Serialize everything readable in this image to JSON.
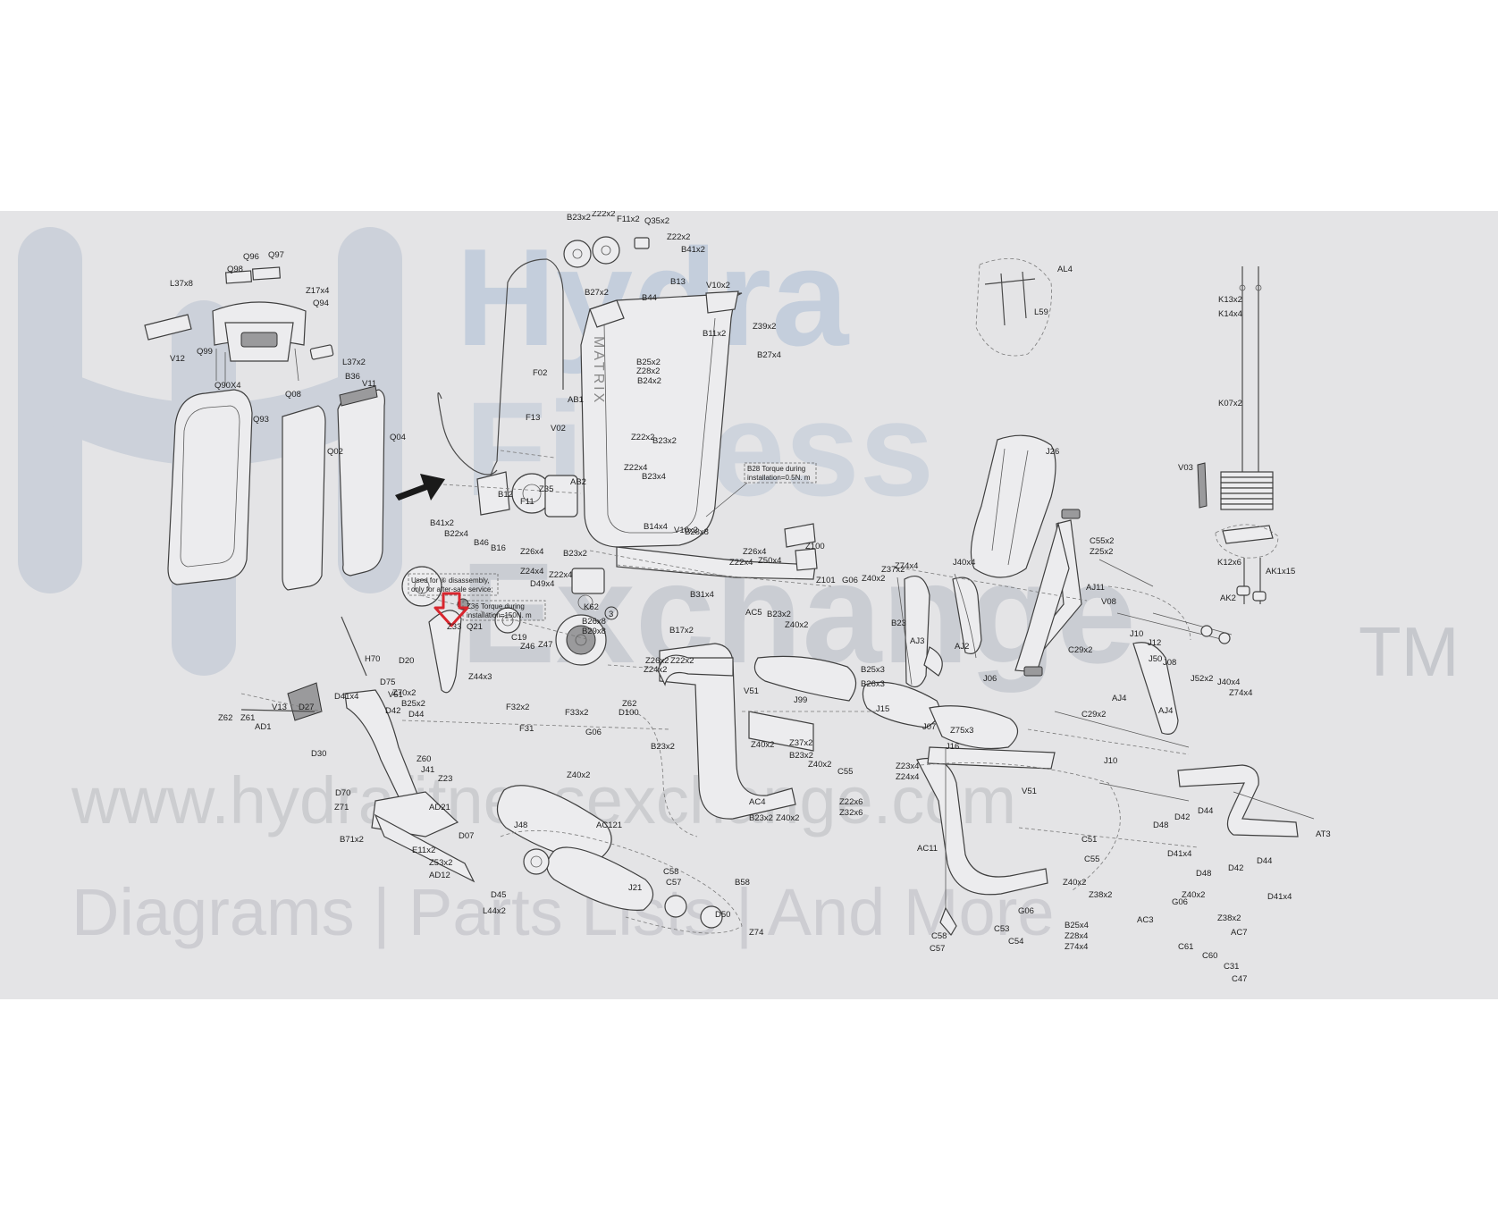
{
  "watermark": {
    "brand_line1": "Hydra",
    "brand_line2": "Fitness",
    "brand_line3": "Exchange",
    "trademark": "TM",
    "url": "www.hydrafitnessexchange.com",
    "tagline": "Diagrams | Parts Lists | And More"
  },
  "frame_brand": "MATRIX",
  "notes": {
    "disassembly_line1": "Used for ⑥ disassembly,",
    "disassembly_line2": "only for after-sale service;",
    "torque_z33_line1": "Z36 Torque during",
    "torque_z33_line2": "installation=150N. m",
    "torque_b28_line1": "B28 Torque during",
    "torque_b28_line2": "installation=0.5N. m"
  },
  "callout_number": "3",
  "colors": {
    "panel_background": "#e4e4e6",
    "watermark_blue": "#b7c6d8",
    "watermark_gray": "#c9c9cd",
    "highlight_arrow": "#d8262e",
    "ink": "#1e1e1e"
  },
  "parts": [
    {
      "id": "B23x2"
    },
    {
      "id": "Z22x2"
    },
    {
      "id": "F11x2"
    },
    {
      "id": "Q35x2"
    },
    {
      "id": "Z22x2"
    },
    {
      "id": "B41x2"
    },
    {
      "id": "B13"
    },
    {
      "id": "V10x2"
    },
    {
      "id": "B27x2"
    },
    {
      "id": "B44"
    },
    {
      "id": "B11x2"
    },
    {
      "id": "Z39x2"
    },
    {
      "id": "B27x4"
    },
    {
      "id": "B25x2"
    },
    {
      "id": "Z28x2"
    },
    {
      "id": "B24x2"
    },
    {
      "id": "F02"
    },
    {
      "id": "AB1"
    },
    {
      "id": "F13"
    },
    {
      "id": "V02"
    },
    {
      "id": "Z22x2"
    },
    {
      "id": "B23x2"
    },
    {
      "id": "Z22x4"
    },
    {
      "id": "B23x4"
    },
    {
      "id": "AB2"
    },
    {
      "id": "Z35"
    },
    {
      "id": "F11"
    },
    {
      "id": "B12"
    },
    {
      "id": "B41x2"
    },
    {
      "id": "B22x4"
    },
    {
      "id": "B46"
    },
    {
      "id": "B16"
    },
    {
      "id": "Z26x4"
    },
    {
      "id": "B23x2"
    },
    {
      "id": "Z24x4"
    },
    {
      "id": "Z22x4"
    },
    {
      "id": "D49x4"
    },
    {
      "id": "K62"
    },
    {
      "id": "B26x8"
    },
    {
      "id": "B29x8"
    },
    {
      "id": "B17x2"
    },
    {
      "id": "B31x4"
    },
    {
      "id": "B28x8"
    },
    {
      "id": "B14x4"
    },
    {
      "id": "V10x2"
    },
    {
      "id": "Z26x4"
    },
    {
      "id": "Z22x4"
    },
    {
      "id": "Z50x4"
    },
    {
      "id": "Z100"
    },
    {
      "id": "Z101"
    },
    {
      "id": "G06"
    },
    {
      "id": "Z40x2"
    },
    {
      "id": "Z37x2"
    },
    {
      "id": "AC5"
    },
    {
      "id": "B23x2"
    },
    {
      "id": "Z40x2"
    },
    {
      "id": "Q96"
    },
    {
      "id": "Q97"
    },
    {
      "id": "Q98"
    },
    {
      "id": "L37x8"
    },
    {
      "id": "Z17x4"
    },
    {
      "id": "Q94"
    },
    {
      "id": "V12"
    },
    {
      "id": "Q99"
    },
    {
      "id": "Q90X4"
    },
    {
      "id": "L37x2"
    },
    {
      "id": "B36"
    },
    {
      "id": "Q08"
    },
    {
      "id": "V11"
    },
    {
      "id": "Q93"
    },
    {
      "id": "Q02"
    },
    {
      "id": "Q04"
    },
    {
      "id": "Z33"
    },
    {
      "id": "Q21"
    },
    {
      "id": "C19"
    },
    {
      "id": "Z46"
    },
    {
      "id": "Z47"
    },
    {
      "id": "H70"
    },
    {
      "id": "D20"
    },
    {
      "id": "D75"
    },
    {
      "id": "V51"
    },
    {
      "id": "D41x4"
    },
    {
      "id": "Z70x2"
    },
    {
      "id": "B25x2"
    },
    {
      "id": "D42"
    },
    {
      "id": "D44"
    },
    {
      "id": "Z44x3"
    },
    {
      "id": "F32x2"
    },
    {
      "id": "F33x2"
    },
    {
      "id": "F31"
    },
    {
      "id": "Z62"
    },
    {
      "id": "D100"
    },
    {
      "id": "Z26x2"
    },
    {
      "id": "Z22x2"
    },
    {
      "id": "Z24x2"
    },
    {
      "id": "V51"
    },
    {
      "id": "J99"
    },
    {
      "id": "G06"
    },
    {
      "id": "Z40x2"
    },
    {
      "id": "Z62"
    },
    {
      "id": "Z61"
    },
    {
      "id": "V13"
    },
    {
      "id": "D27"
    },
    {
      "id": "AD1"
    },
    {
      "id": "D30"
    },
    {
      "id": "Z60"
    },
    {
      "id": "J41"
    },
    {
      "id": "Z23"
    },
    {
      "id": "D70"
    },
    {
      "id": "Z71"
    },
    {
      "id": "AD21"
    },
    {
      "id": "B71x2"
    },
    {
      "id": "D07"
    },
    {
      "id": "E11x2"
    },
    {
      "id": "Z53x2"
    },
    {
      "id": "AD12"
    },
    {
      "id": "J48"
    },
    {
      "id": "AC121"
    },
    {
      "id": "B23x2"
    },
    {
      "id": "Z40x2"
    },
    {
      "id": "Z37x2"
    },
    {
      "id": "B23x2"
    },
    {
      "id": "Z40x2"
    },
    {
      "id": "AC4"
    },
    {
      "id": "B23x2"
    },
    {
      "id": "Z40x2"
    },
    {
      "id": "C58"
    },
    {
      "id": "C57"
    },
    {
      "id": "B58"
    },
    {
      "id": "J21"
    },
    {
      "id": "D45"
    },
    {
      "id": "L44x2"
    },
    {
      "id": "D50"
    },
    {
      "id": "Z74"
    },
    {
      "id": "AL4"
    },
    {
      "id": "L59"
    },
    {
      "id": "J26"
    },
    {
      "id": "C55x2"
    },
    {
      "id": "Z25x2"
    },
    {
      "id": "Z74x4"
    },
    {
      "id": "J40x4"
    },
    {
      "id": "AJ11"
    },
    {
      "id": "V08"
    },
    {
      "id": "B23"
    },
    {
      "id": "AJ3"
    },
    {
      "id": "AJ2"
    },
    {
      "id": "J06"
    },
    {
      "id": "B25x3"
    },
    {
      "id": "B26x3"
    },
    {
      "id": "J07"
    },
    {
      "id": "Z75x3"
    },
    {
      "id": "J10"
    },
    {
      "id": "J12"
    },
    {
      "id": "C29x2"
    },
    {
      "id": "J50"
    },
    {
      "id": "J08"
    },
    {
      "id": "J52x2"
    },
    {
      "id": "J40x4"
    },
    {
      "id": "Z74x4"
    },
    {
      "id": "AJ4"
    },
    {
      "id": "AJ4"
    },
    {
      "id": "C29x2"
    },
    {
      "id": "J10"
    },
    {
      "id": "J15"
    },
    {
      "id": "J16"
    },
    {
      "id": "Z23x4"
    },
    {
      "id": "Z24x4"
    },
    {
      "id": "C55"
    },
    {
      "id": "Z22x6"
    },
    {
      "id": "Z32x6"
    },
    {
      "id": "V51"
    },
    {
      "id": "AC11"
    },
    {
      "id": "C51"
    },
    {
      "id": "C55"
    },
    {
      "id": "Z40x2"
    },
    {
      "id": "Z38x2"
    },
    {
      "id": "G06"
    },
    {
      "id": "C53"
    },
    {
      "id": "C54"
    },
    {
      "id": "C58"
    },
    {
      "id": "C57"
    },
    {
      "id": "B25x4"
    },
    {
      "id": "Z28x4"
    },
    {
      "id": "Z74x4"
    },
    {
      "id": "AC3"
    },
    {
      "id": "G06"
    },
    {
      "id": "Z40x2"
    },
    {
      "id": "Z38x2"
    },
    {
      "id": "AC7"
    },
    {
      "id": "C61"
    },
    {
      "id": "C60"
    },
    {
      "id": "C31"
    },
    {
      "id": "C47"
    },
    {
      "id": "D48"
    },
    {
      "id": "D42"
    },
    {
      "id": "D44"
    },
    {
      "id": "D41x4"
    },
    {
      "id": "AT3"
    },
    {
      "id": "D48"
    },
    {
      "id": "D42"
    },
    {
      "id": "D44"
    },
    {
      "id": "D41x4"
    },
    {
      "id": "K13x2"
    },
    {
      "id": "K14x4"
    },
    {
      "id": "K07x2"
    },
    {
      "id": "V03"
    },
    {
      "id": "K12x6"
    },
    {
      "id": "AK1x15"
    },
    {
      "id": "AK2"
    }
  ]
}
